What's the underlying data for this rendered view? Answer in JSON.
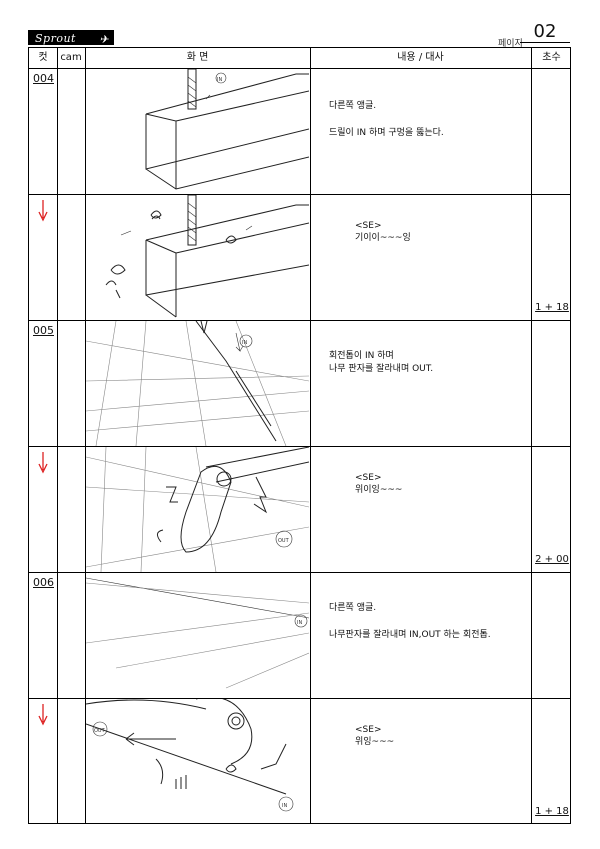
{
  "header": {
    "logo_text": "Sprout",
    "page_label": "페이지",
    "page_number": "02"
  },
  "columns": {
    "cut": "컷",
    "cam": "cam",
    "screen": "화         면",
    "content": "내용 / 대사",
    "duration": "초수"
  },
  "cuts": [
    {
      "number": "004",
      "lines": [
        "다른쪽 앵글.",
        "드릴이 IN 하며 구멍을 뚫는다."
      ],
      "se_label": "<SE>",
      "se_text": "기이이~~~잉",
      "duration": "1 + 18"
    },
    {
      "number": "005",
      "lines": [
        "회전톱이 IN 하며",
        "나무 판자를 잘라내며 OUT."
      ],
      "se_label": "<SE>",
      "se_text": "위이잉~~~",
      "duration": "2 + 00"
    },
    {
      "number": "006",
      "lines": [
        "다른쪽 앵글.",
        "나무판자를 잘라내며 IN,OUT 하는 회전톱."
      ],
      "se_label": "<SE>",
      "se_text": "위잉~~~",
      "duration": "1 + 18"
    }
  ],
  "sketch_marks": {
    "in": "IN",
    "out": "OUT"
  }
}
